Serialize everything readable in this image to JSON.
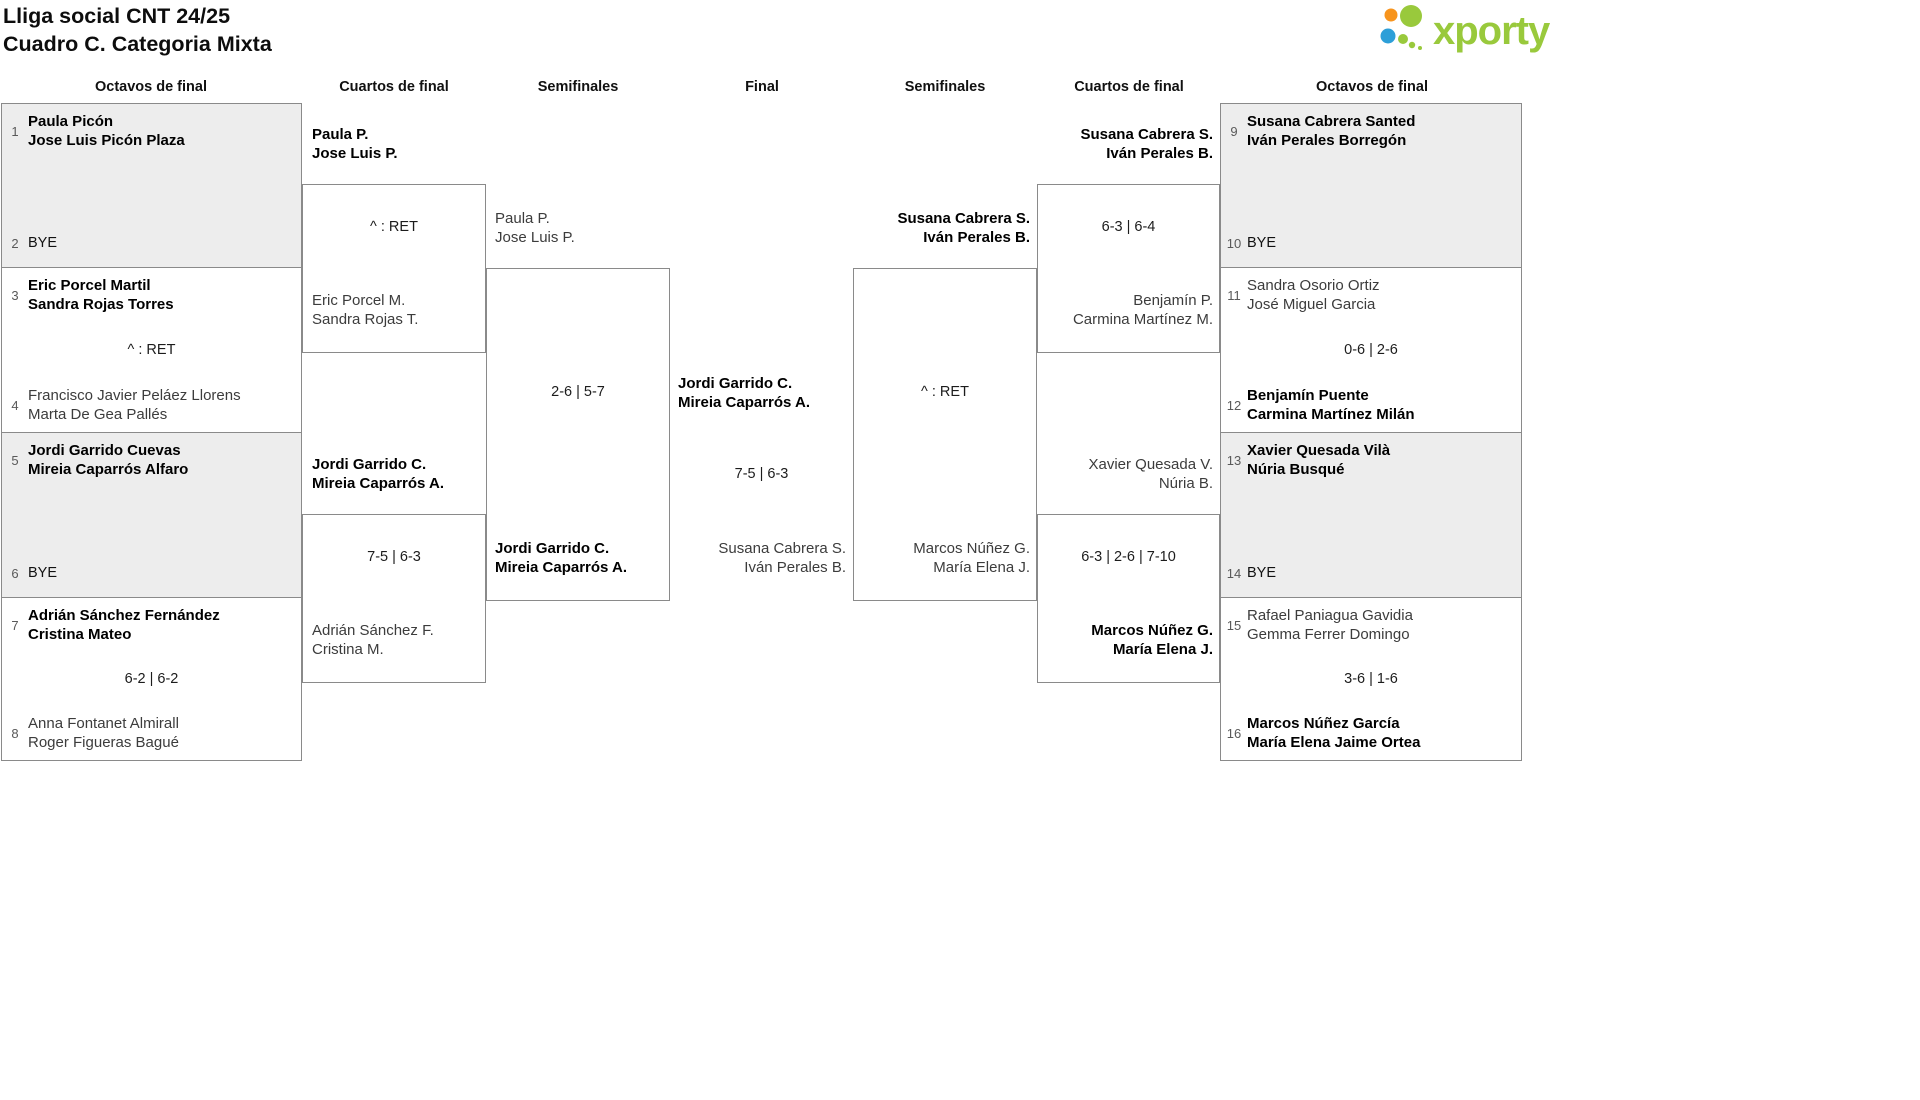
{
  "header": {
    "title_line1": "Lliga social CNT 24/25",
    "title_line2": "Cuadro C. Categoria Mixta",
    "logo_text": "xporty"
  },
  "brand_colors": {
    "logo_green": "#99c93c",
    "dot_orange": "#f7941d",
    "dot_blue": "#2d9fd8",
    "box_gray": "#ededed",
    "line_gray": "#8a8a8a"
  },
  "round_headers": [
    "Octavos de final",
    "Cuartos de final",
    "Semifinales",
    "Final",
    "Semifinales",
    "Cuartos de final",
    "Octavos de final"
  ],
  "left_r16": {
    "m1": {
      "seed_top": "1",
      "top1": "Paula Picón",
      "top2": "Jose Luis Picón Plaza",
      "seed_bot": "2",
      "bye": "BYE"
    },
    "m2": {
      "seed_top": "3",
      "top1": "Eric Porcel Martil",
      "top2": "Sandra Rojas Torres",
      "score": "^ : RET",
      "seed_bot": "4",
      "bot1": "Francisco Javier Peláez Llorens",
      "bot2": "Marta De Gea Pallés"
    },
    "m3": {
      "seed_top": "5",
      "top1": "Jordi Garrido Cuevas",
      "top2": "Mireia Caparrós Alfaro",
      "seed_bot": "6",
      "bye": "BYE"
    },
    "m4": {
      "seed_top": "7",
      "top1": "Adrián Sánchez Fernández",
      "top2": "Cristina Mateo",
      "score": "6-2 | 6-2",
      "seed_bot": "8",
      "bot1": "Anna Fontanet Almirall",
      "bot2": "Roger Figueras Bagué"
    }
  },
  "left_qf": {
    "m1": {
      "top1": "Paula P.",
      "top2": "Jose Luis P.",
      "score": "^ : RET",
      "bot1": "Eric Porcel M.",
      "bot2": "Sandra Rojas T."
    },
    "m2": {
      "top1": "Jordi Garrido C.",
      "top2": "Mireia Caparrós A.",
      "score": "7-5 | 6-3",
      "bot1": "Adrián Sánchez F.",
      "bot2": "Cristina M."
    }
  },
  "left_sf": {
    "top1": "Paula P.",
    "top2": "Jose Luis P.",
    "score": "2-6 | 5-7",
    "bot1": "Jordi Garrido C.",
    "bot2": "Mireia Caparrós A."
  },
  "final": {
    "top1": "Jordi Garrido C.",
    "top2": "Mireia Caparrós A.",
    "score": "7-5 | 6-3",
    "bot1": "Susana Cabrera S.",
    "bot2": "Iván Perales B."
  },
  "right_sf": {
    "top1": "Susana Cabrera S.",
    "top2": "Iván Perales B.",
    "score": "^ : RET",
    "bot1": "Marcos Núñez G.",
    "bot2": "María Elena J."
  },
  "right_qf": {
    "m1": {
      "top1": "Susana Cabrera S.",
      "top2": "Iván Perales B.",
      "score": "6-3 | 6-4",
      "bot1": "Benjamín P.",
      "bot2": "Carmina Martínez M."
    },
    "m2": {
      "top1": "Xavier Quesada V.",
      "top2": "Núria B.",
      "score": "6-3 | 2-6 | 7-10",
      "bot1": "Marcos Núñez G.",
      "bot2": "María Elena J."
    }
  },
  "right_r16": {
    "m1": {
      "seed_top": "9",
      "top1": "Susana Cabrera Santed",
      "top2": "Iván Perales Borregón",
      "seed_bot": "10",
      "bye": "BYE"
    },
    "m2": {
      "seed_top": "11",
      "top1": "Sandra Osorio Ortiz",
      "top2": "José Miguel Garcia",
      "score": "0-6 | 2-6",
      "seed_bot": "12",
      "bot1": "Benjamín Puente",
      "bot2": "Carmina Martínez Milán"
    },
    "m3": {
      "seed_top": "13",
      "top1": "Xavier Quesada Vilà",
      "top2": "Núria Busqué",
      "seed_bot": "14",
      "bye": "BYE"
    },
    "m4": {
      "seed_top": "15",
      "top1": "Rafael Paniagua Gavidia",
      "top2": "Gemma Ferrer Domingo",
      "score": "3-6 | 1-6",
      "seed_bot": "16",
      "bot1": "Marcos Núñez García",
      "bot2": "María Elena Jaime Ortea"
    }
  }
}
